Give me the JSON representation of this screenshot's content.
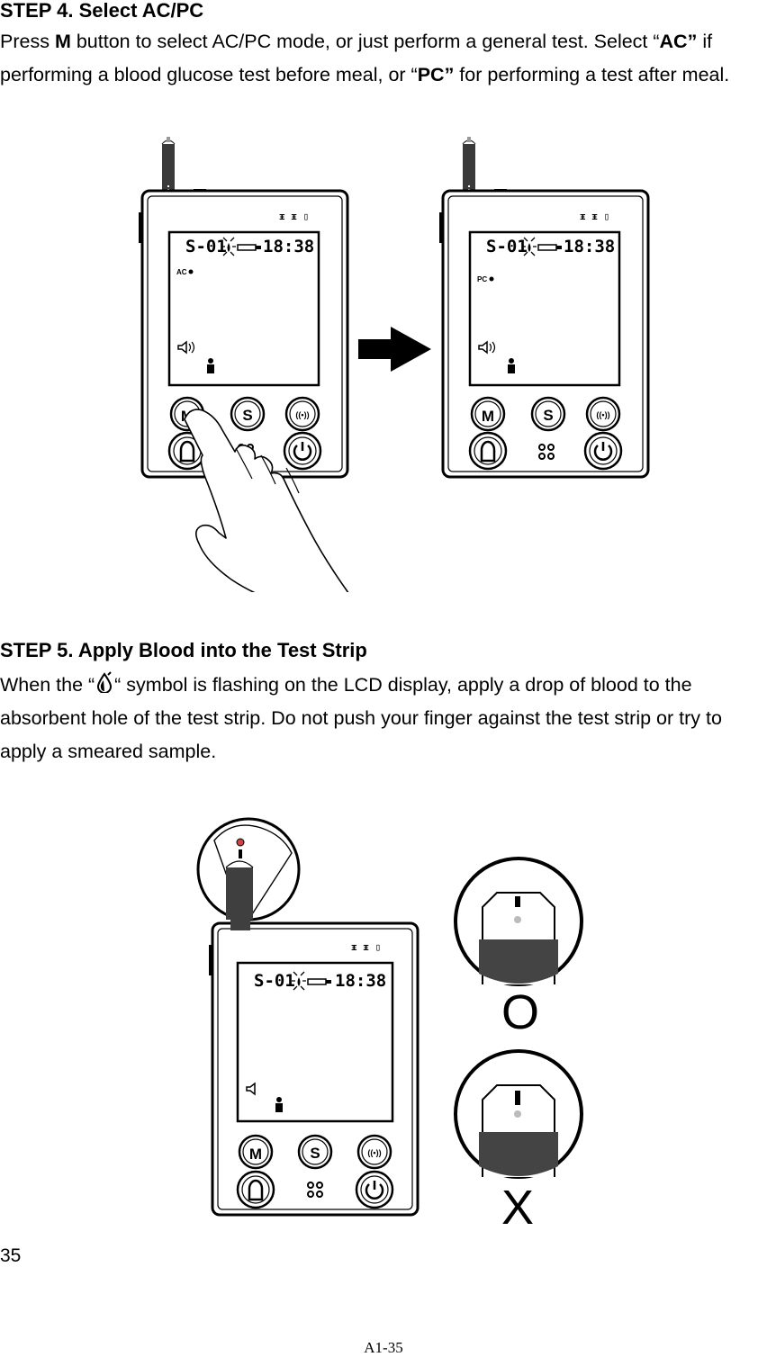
{
  "step4": {
    "title": "STEP 4. Select AC/PC",
    "t1": "Press ",
    "m": "M",
    "t2": " button to select AC/PC mode, or just perform a general test. Select “",
    "ac": "AC”",
    "t3": " if performing a blood glucose test before meal, or “",
    "pc": "PC”",
    "t4": " for performing a test after meal."
  },
  "step5": {
    "title": "STEP 5. Apply Blood into the Test Strip",
    "t1": "When the “",
    "t2": "“ symbol is flashing on the LCD display, apply a drop of blood to the absorbent hole of the test strip. Do not push your finger against the test strip or try to apply a smeared sample."
  },
  "meter": {
    "code": "S-01",
    "time": "18:38",
    "mode_left": "AC",
    "mode_right": "PC",
    "button_m": "M",
    "button_s": "S"
  },
  "marks": {
    "correct": "O",
    "wrong": "X"
  },
  "icons": [
    "blood-drop-icon",
    "arrow-right-icon",
    "hand-icon",
    "power-icon",
    "sound-icon",
    "user-icon",
    "bluetooth-icon"
  ],
  "page_number": "35",
  "footer": "A1-35"
}
